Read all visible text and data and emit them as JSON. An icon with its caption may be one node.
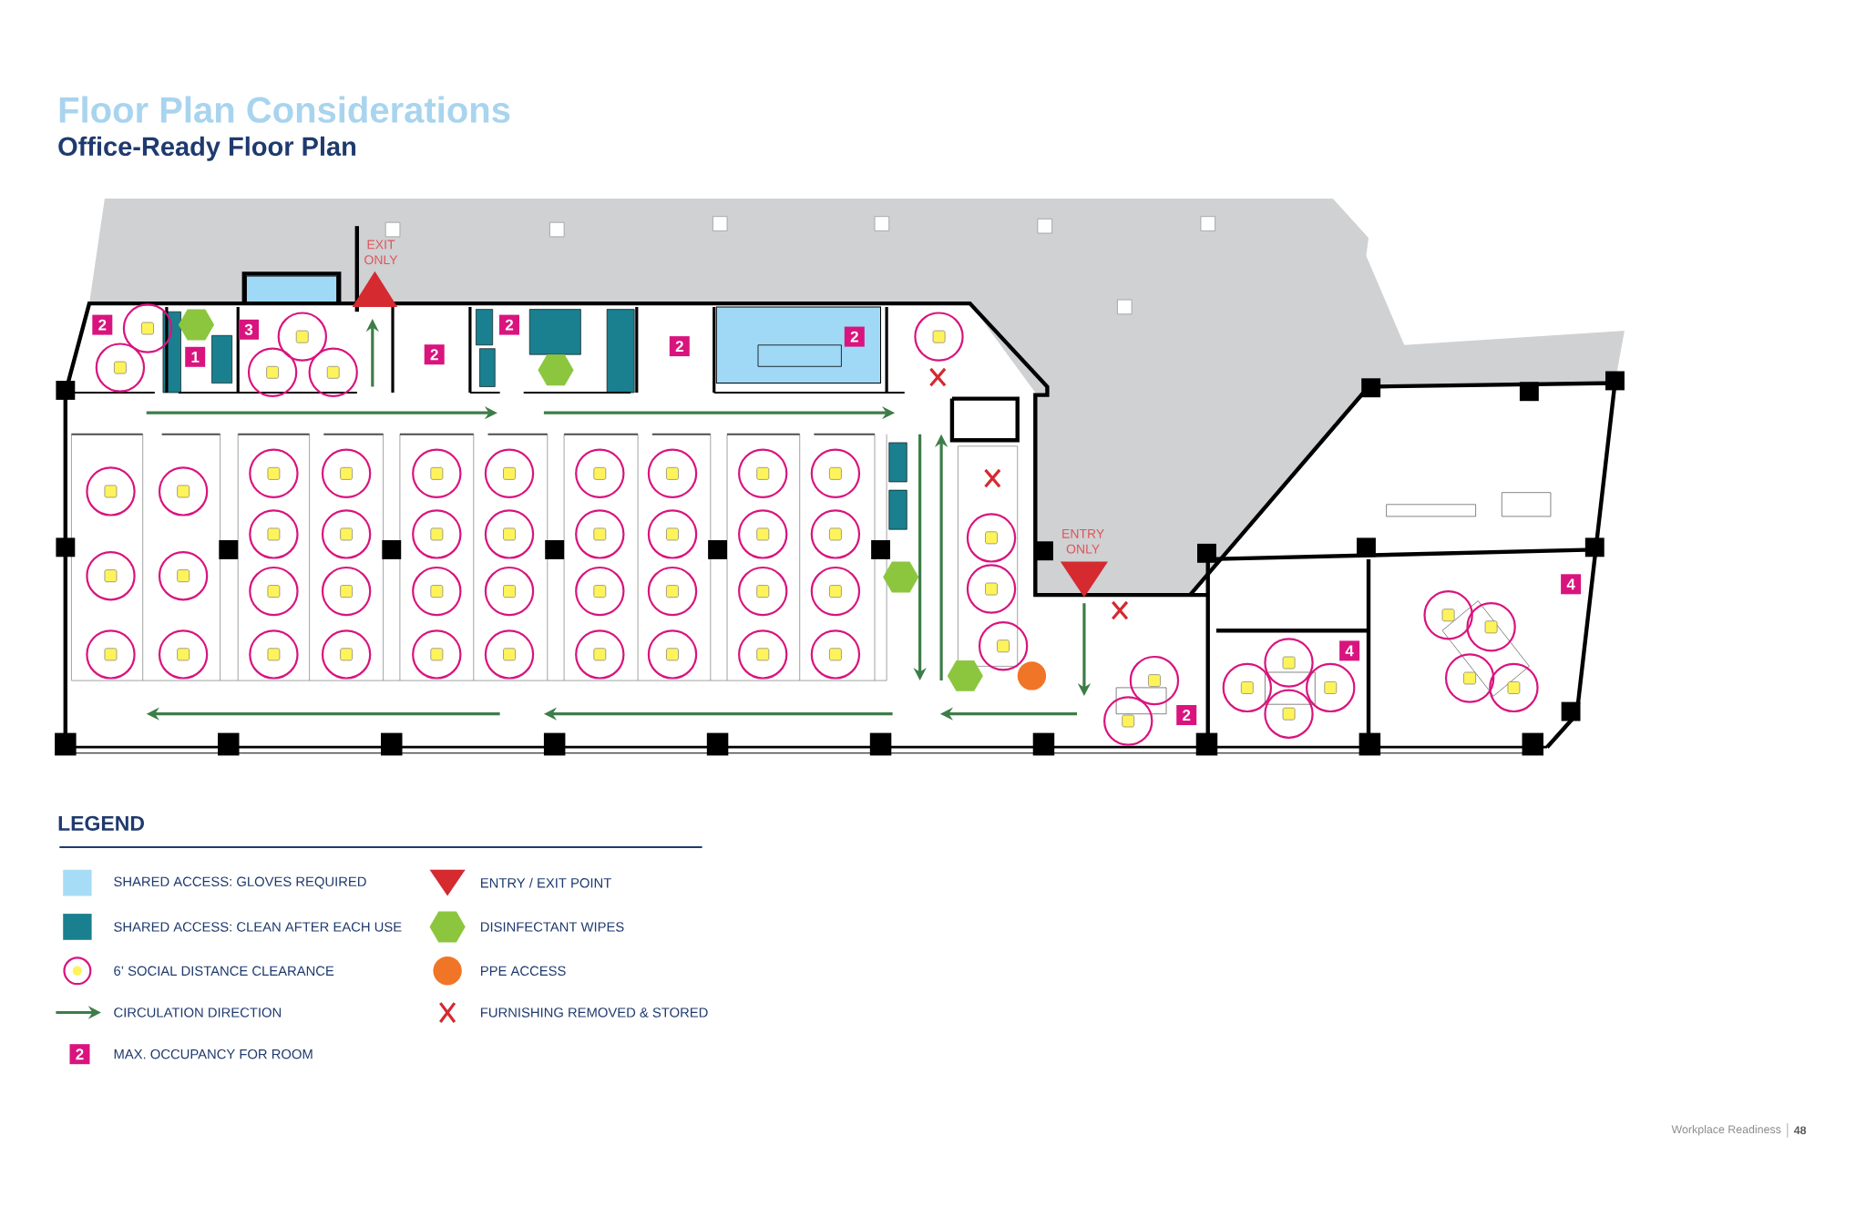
{
  "diagram": {
    "title": "Floor Plan Considerations",
    "labels": [
      "Office-Ready Floor Plan",
      "EXIT ONLY",
      "2",
      "3",
      "1",
      "2",
      "2",
      "2",
      "2",
      "ENTRY ONLY",
      "4",
      "4",
      "2",
      "LEGEND",
      "2",
      "Workplace Readiness",
      "48"
    ],
    "legend": [
      {
        "text": "SHARED ACCESS: GLOVES REQUIRED",
        "color": "#a6dcf5"
      },
      {
        "text": "SHARED ACCESS: CLEAN AFTER EACH USE",
        "color": "#1a7f8e"
      },
      {
        "text": "6’ SOCIAL DISTANCE CLEARANCE"
      },
      {
        "text": "CIRCULATION DIRECTION"
      },
      {
        "text": "MAX. OCCUPANCY FOR ROOM"
      },
      {
        "text": "ENTRY / EXIT POINT",
        "color": "#d42a30"
      },
      {
        "text": "DISINFECTANT WIPES",
        "color": "#8cc63f"
      },
      {
        "text": "PPE ACCESS",
        "color": "#f07527"
      },
      {
        "text": "FURNISHING REMOVED & STORED"
      }
    ]
  }
}
